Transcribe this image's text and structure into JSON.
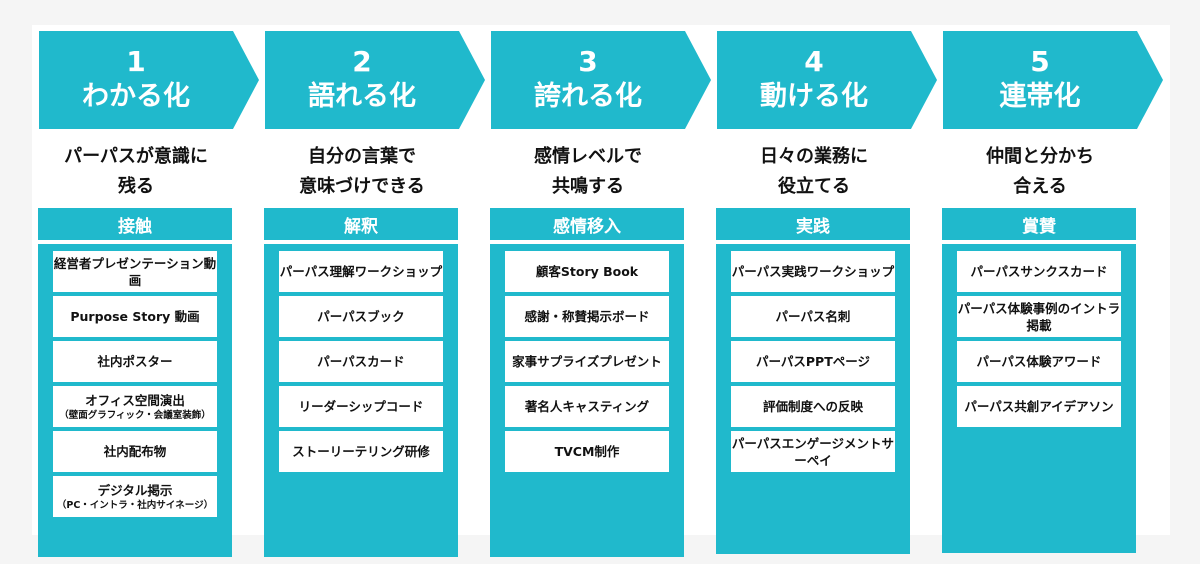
{
  "colors": {
    "accent": "#20b9cc"
  },
  "steps": [
    {
      "number": "1",
      "title": "わかる化",
      "subtitle": "パーパスが意識に\n残る",
      "category": "接触",
      "items": [
        {
          "label": "経営者プレゼンテーション動画"
        },
        {
          "label": "Purpose Story 動画"
        },
        {
          "label": "社内ポスター"
        },
        {
          "label": "オフィス空間演出",
          "note": "（壁面グラフィック・会議室装飾）"
        },
        {
          "label": "社内配布物"
        },
        {
          "label": "デジタル掲示",
          "note": "（PC・イントラ・社内サイネージ）"
        }
      ]
    },
    {
      "number": "2",
      "title": "語れる化",
      "subtitle": "自分の言葉で\n意味づけできる",
      "category": "解釈",
      "items": [
        {
          "label": "パーパス理解ワークショップ"
        },
        {
          "label": "パーパスブック"
        },
        {
          "label": "パーパスカード"
        },
        {
          "label": "リーダーシップコード"
        },
        {
          "label": "ストーリーテリング研修"
        }
      ]
    },
    {
      "number": "3",
      "title": "誇れる化",
      "subtitle": "感情レベルで\n共鳴する",
      "category": "感情移入",
      "items": [
        {
          "label": "顧客Story Book"
        },
        {
          "label": "感謝・称賛掲示ボード"
        },
        {
          "label": "家事サプライズプレゼント"
        },
        {
          "label": "著名人キャスティング"
        },
        {
          "label": "TVCM制作"
        }
      ]
    },
    {
      "number": "4",
      "title": "動ける化",
      "subtitle": "日々の業務に\n役立てる",
      "category": "実践",
      "items": [
        {
          "label": "パーパス実践ワークショップ"
        },
        {
          "label": "パーパス名刺"
        },
        {
          "label": "パーパスPPTページ"
        },
        {
          "label": "評価制度への反映"
        },
        {
          "label": "パーパスエンゲージメントサーペイ"
        }
      ]
    },
    {
      "number": "5",
      "title": "連帯化",
      "subtitle": "仲間と分かち\n合える",
      "category": "賞賛",
      "items": [
        {
          "label": "パーパスサンクスカード"
        },
        {
          "label": "パーパス体験事例のイントラ掲載"
        },
        {
          "label": "パーパス体験アワード"
        },
        {
          "label": "パーパス共創アイデアソン"
        }
      ]
    }
  ]
}
